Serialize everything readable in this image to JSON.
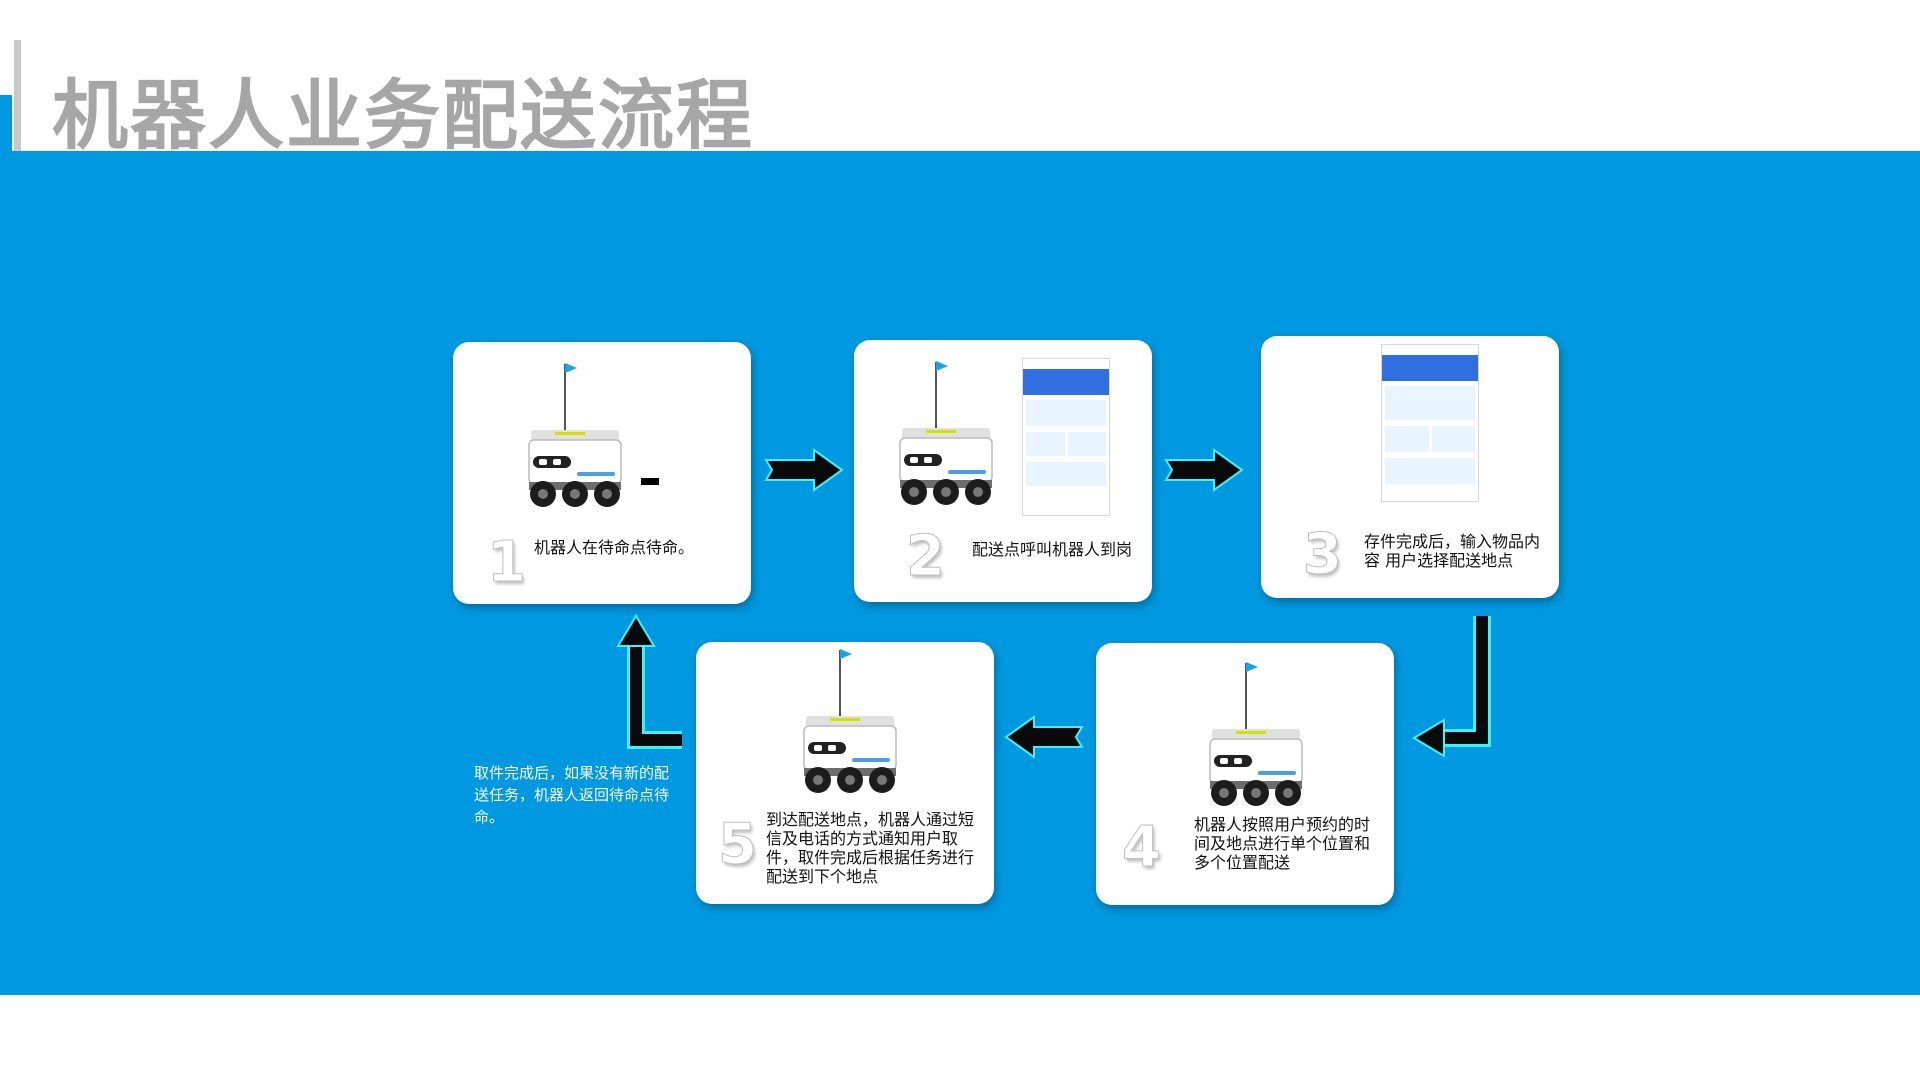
{
  "title": "机器人业务配送流程",
  "colors": {
    "band": "#0098e0",
    "title": "#a6a6a6",
    "arrow_fill": "#0a0a0a",
    "arrow_glow": "#3ff0ff",
    "card": "#ffffff"
  },
  "steps": [
    {
      "number": "1",
      "text": "机器人在待命点待命。"
    },
    {
      "number": "2",
      "text": "配送点呼叫机器人到岗"
    },
    {
      "number": "3",
      "text": "存件完成后，输入物品内容 用户选择配送地点"
    },
    {
      "number": "4",
      "text": "机器人按照用户预约的时间及地点进行单个位置和多个位置配送"
    },
    {
      "number": "5",
      "text": "到达配送地点，机器人通过短信及电话的方式通知用户取件，取件完成后根据任务进行配送到下个地点"
    }
  ],
  "return_note": "取件完成后，如果没有新的配送任务，机器人返回待命点待命。",
  "icons": [
    "delivery-robot-icon",
    "phone-app-icon",
    "flow-arrow-icon"
  ]
}
